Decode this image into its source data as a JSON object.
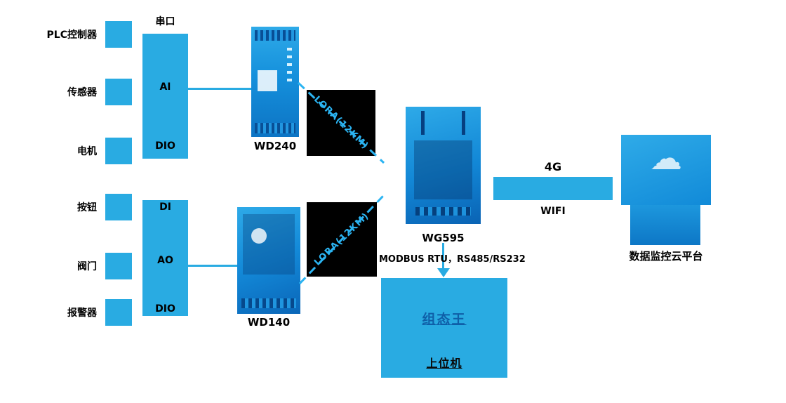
{
  "colors": {
    "accent_blue": "#29abe2",
    "device_blue_dark": "#0d74c4",
    "lora_box": "#000000",
    "lora_text": "#2bb4f2",
    "text": "#000000",
    "software_text": "#0f5fa8"
  },
  "field_devices": [
    "PLC控制器",
    "传感器",
    "电机",
    "按钮",
    "阀门",
    "报警器"
  ],
  "io_top": {
    "header": "串口",
    "mid": "AI",
    "bottom": "DIO"
  },
  "io_bottom": {
    "top": "DI",
    "mid": "AO",
    "bottom": "DIO"
  },
  "devices": {
    "wd240": "WD240",
    "wd140": "WD140",
    "wg595": "WG595"
  },
  "links": {
    "lora_top": "LORA(12KM)",
    "lora_bottom": "LORA(12KM)",
    "modbus": "MODBUS RTU，RS485/RS232",
    "wan_top": "4G",
    "wan_bottom": "WIFI"
  },
  "host": {
    "software": "组态王",
    "machine": "上位机"
  },
  "cloud": {
    "icon": "☁",
    "label": "数据监控云平台"
  }
}
